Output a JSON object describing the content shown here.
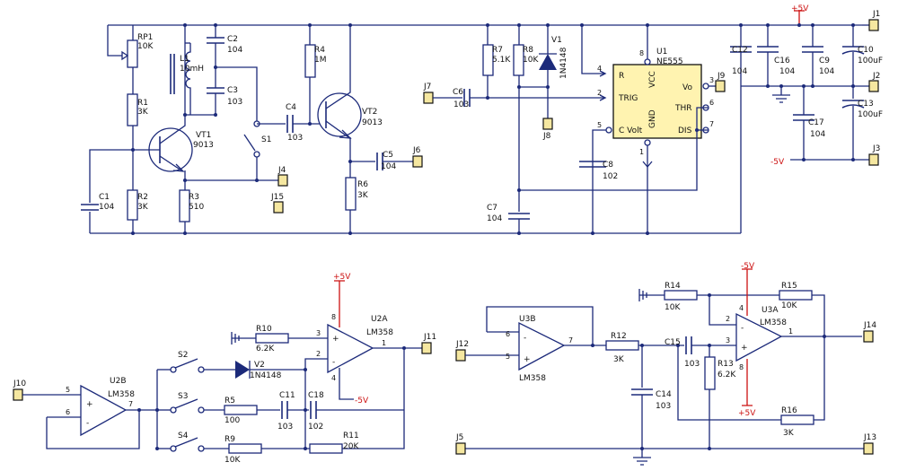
{
  "labels": {
    "rp1": "RP1",
    "rp1_v": "10K",
    "l1": "L1",
    "l1_v": "10mH",
    "c2": "C2",
    "c2_v": "104",
    "c3": "C3",
    "c3_v": "103",
    "r1": "R1",
    "r1_v": "3K",
    "vt1": "VT1",
    "vt1_v": "9013",
    "c1": "C1",
    "c1_v": "104",
    "r2": "R2",
    "r2_v": "3K",
    "r3": "R3",
    "r3_v": "510",
    "s1": "S1",
    "j4": "J4",
    "j15": "J15",
    "c4": "C4",
    "c4_v": "103",
    "r4": "R4",
    "r4_v": "1M",
    "vt2": "VT2",
    "vt2_v": "9013",
    "c5": "C5",
    "c5_v": "104",
    "j6": "J6",
    "r6": "R6",
    "r6_v": "3K",
    "j7": "J7",
    "c6": "C6",
    "c6_v": "103",
    "r7": "R7",
    "r7_v": "5.1K",
    "r8": "R8",
    "r8_v": "10K",
    "v1": "V1",
    "v1_v": "1N4148",
    "j8": "J8",
    "c7": "C7",
    "c7_v": "104",
    "c8": "C8",
    "c8_v": "102",
    "u1": "U1",
    "u1_v": "NE555",
    "pin_r": "R",
    "pin_trig": "TRIG",
    "pin_cvolt": "C Volt",
    "pin_vcc": "VCC",
    "pin_gnd": "GND",
    "pin_vo": "Vo",
    "pin_thr": "THR",
    "pin_dis": "DIS",
    "n4": "4",
    "n2": "2",
    "n5": "5",
    "n8": "8",
    "n1": "1",
    "n3": "3",
    "n6": "6",
    "n7": "7",
    "j9": "J9",
    "c12": "C12",
    "c12_v": "104",
    "c16": "C16",
    "c16_v": "104",
    "c9": "C9",
    "c9_v": "104",
    "c10": "C10",
    "c10_v": "100uF",
    "c13": "C13",
    "c13_v": "100uF",
    "c17": "C17",
    "c17_v": "104",
    "p5v": "+5V",
    "m5v": "-5V",
    "j1": "J1",
    "j2": "J2",
    "j3": "J3",
    "j10": "J10",
    "u2b": "U2B",
    "u2b_v": "LM358",
    "s2": "S2",
    "s3": "S3",
    "s4": "S4",
    "r10": "R10",
    "r10_v": "6.2K",
    "v2": "V2",
    "v2_v": "1N4148",
    "r5": "R5",
    "r5_v": "100",
    "c11": "C11",
    "c11_v": "103",
    "c18": "C18",
    "c18_v": "102",
    "r9": "R9",
    "r9_v": "10K",
    "r11": "R11",
    "r11_v": "20K",
    "u2a": "U2A",
    "u2a_v": "LM358",
    "j11": "J11",
    "j12": "J12",
    "u3b": "U3B",
    "u3b_v": "LM358",
    "r12": "R12",
    "r12_v": "3K",
    "c15": "C15",
    "c15_v": "103",
    "c14": "C14",
    "c14_v": "103",
    "r13": "R13",
    "r13_v": "6.2K",
    "r14": "R14",
    "r14_v": "10K",
    "r15": "R15",
    "r15_v": "10K",
    "u3a": "U3A",
    "u3a_v": "LM358",
    "r16": "R16",
    "r16_v": "3K",
    "j14": "J14",
    "j5": "J5",
    "j13": "J13",
    "plus": "+",
    "minus": "-"
  }
}
